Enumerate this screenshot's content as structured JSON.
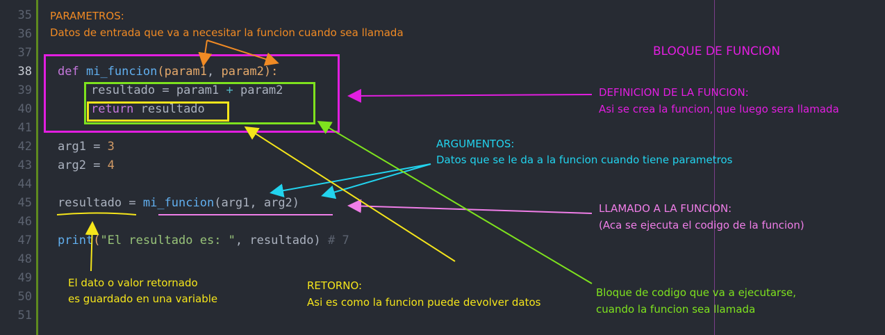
{
  "line_numbers": [
    "35",
    "36",
    "37",
    "38",
    "39",
    "40",
    "41",
    "42",
    "43",
    "44",
    "45",
    "46",
    "47",
    "48",
    "49",
    "50",
    "51"
  ],
  "active_line": "38",
  "code": {
    "l38": {
      "def": "def",
      "name": "mi_funcion",
      "open": "(",
      "p1": "param1",
      "comma": ", ",
      "p2": "param2",
      "close": "):"
    },
    "l39": {
      "lhs": "resultado",
      "eq": " = ",
      "a": "param1",
      "plus": " + ",
      "b": "param2"
    },
    "l40": {
      "kw": "return",
      "val": " resultado"
    },
    "l42": {
      "name": "arg1",
      "eq": " = ",
      "val": "3"
    },
    "l43": {
      "name": "arg2",
      "eq": " = ",
      "val": "4"
    },
    "l45": {
      "lhs": "resultado",
      "eq": " = ",
      "fn": "mi_funcion",
      "args": "(arg1, arg2)"
    },
    "l47": {
      "fn": "print",
      "open": "(",
      "str": "\"El resultado es: \"",
      "mid": ", resultado)",
      "comment": " # 7"
    }
  },
  "annotations": {
    "parametros_title": "PARAMETROS:",
    "parametros_desc": "Datos de entrada que va a necesitar la funcion cuando sea llamada",
    "bloque": "BLOQUE DE FUNCION",
    "definicion_title": "DEFINICION DE LA FUNCION:",
    "definicion_desc": "Asi se crea la funcion, que luego sera llamada",
    "argumentos_title": "ARGUMENTOS:",
    "argumentos_desc": "Datos que se le da a la funcion cuando tiene parametros",
    "llamado_title": "LLAMADO A LA FUNCION:",
    "llamado_desc": "(Aca se ejecuta el codigo de la funcion)",
    "dato_l1": "El dato o valor retornado",
    "dato_l2": "es guardado en una variable",
    "retorno_title": "RETORNO:",
    "retorno_desc": "Asi es como la funcion puede devolver datos",
    "bloque_codigo_l1": "Bloque de codigo que va a ejecutarse,",
    "bloque_codigo_l2": "cuando la funcion sea llamada"
  },
  "colors": {
    "orange": "#f08a24",
    "magenta": "#e21ee0",
    "cyan": "#22d3ee",
    "pink": "#f07ee8",
    "yellow": "#f5e51b",
    "green": "#7ee21e"
  }
}
